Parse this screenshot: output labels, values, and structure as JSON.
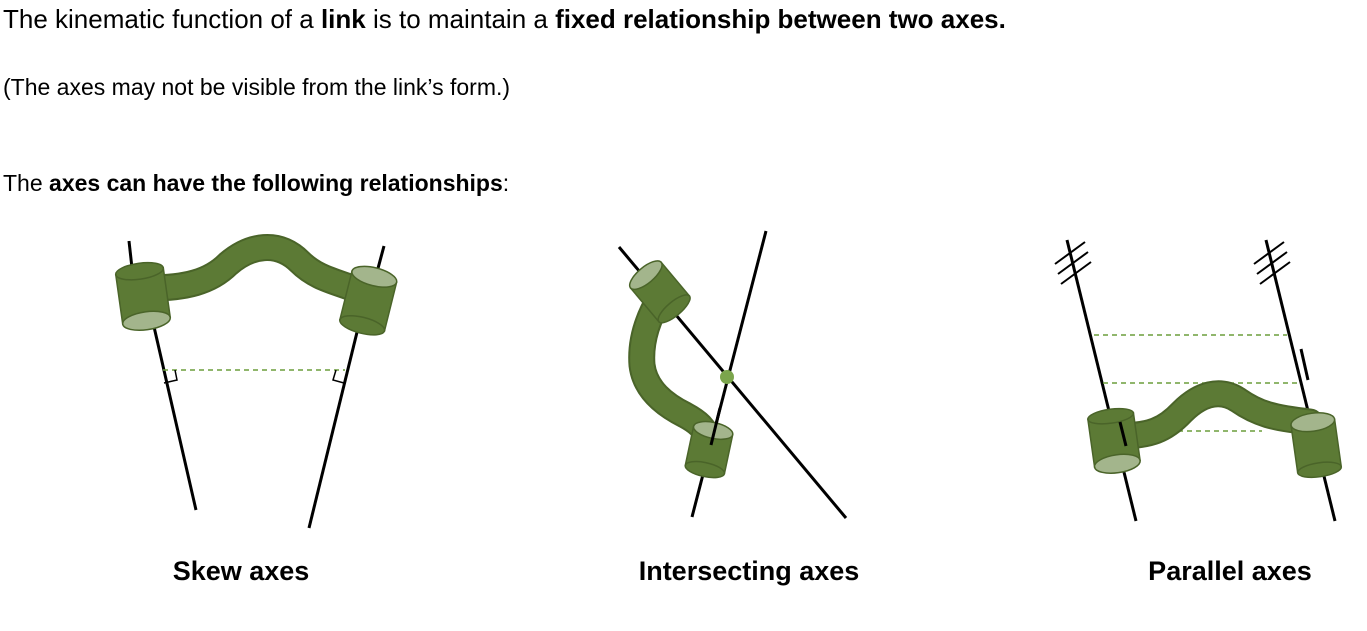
{
  "intro": {
    "l1_a": "The kinematic function of a ",
    "l1_b": "link",
    "l1_c": " is to maintain a ",
    "l1_d": "fixed relationship between two axes.",
    "l2": "(The axes may not be visible from the link’s form.)",
    "l3_a": "The ",
    "l3_b": "axes can have the following relationships",
    "l3_c": ":"
  },
  "panels": [
    {
      "caption": "Skew axes"
    },
    {
      "caption": "Intersecting axes"
    },
    {
      "caption": "Parallel axes"
    }
  ],
  "colors": {
    "link_body": "#5c7a35",
    "link_face": "#a3b58c",
    "link_outline": "#4a6429",
    "axis": "#000000",
    "dashed_guide": "#6b9e3c",
    "intersection_dot": "#7ba54c"
  }
}
